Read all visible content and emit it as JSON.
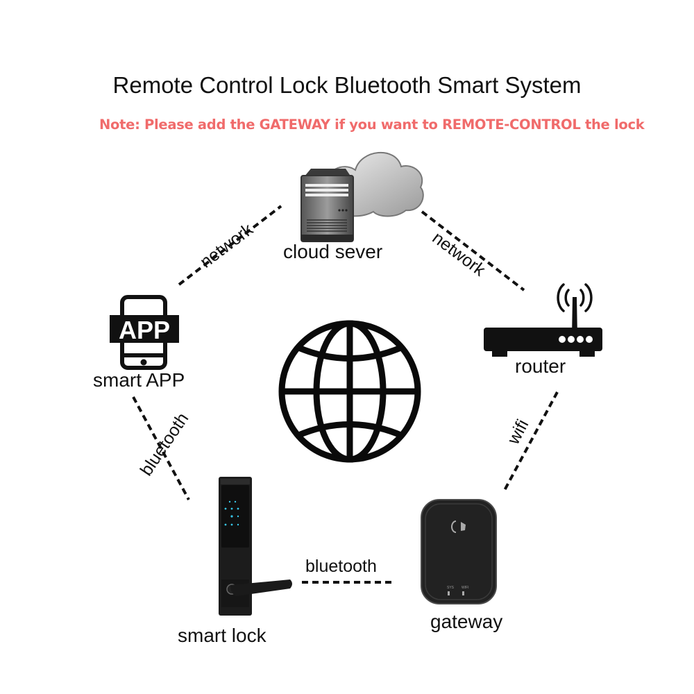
{
  "header": {
    "title": "Remote Control Lock Bluetooth Smart System",
    "note": "Note: Please add the GATEWAY if you want to REMOTE-CONTROL the lock"
  },
  "colors": {
    "note": "#f06b6b",
    "text": "#111111",
    "device_dark": "#1e1e1e"
  },
  "nodes": {
    "cloud_server": {
      "label": "cloud sever",
      "icon": "cloud-server-icon"
    },
    "smart_app": {
      "label": "smart APP",
      "icon": "smartphone-app-icon",
      "badge": "APP"
    },
    "router": {
      "label": "router",
      "icon": "router-icon"
    },
    "gateway": {
      "label": "gateway",
      "icon": "gateway-device-icon",
      "leds": [
        "SYS",
        "WIFI"
      ]
    },
    "smart_lock": {
      "label": "smart lock",
      "icon": "smart-lock-icon"
    },
    "center": {
      "icon": "globe-icon"
    }
  },
  "links": {
    "app_cloud": "network",
    "cloud_router": "network",
    "router_gateway": "wifi",
    "gateway_lock": "bluetooth",
    "app_lock": "bluetooth"
  }
}
